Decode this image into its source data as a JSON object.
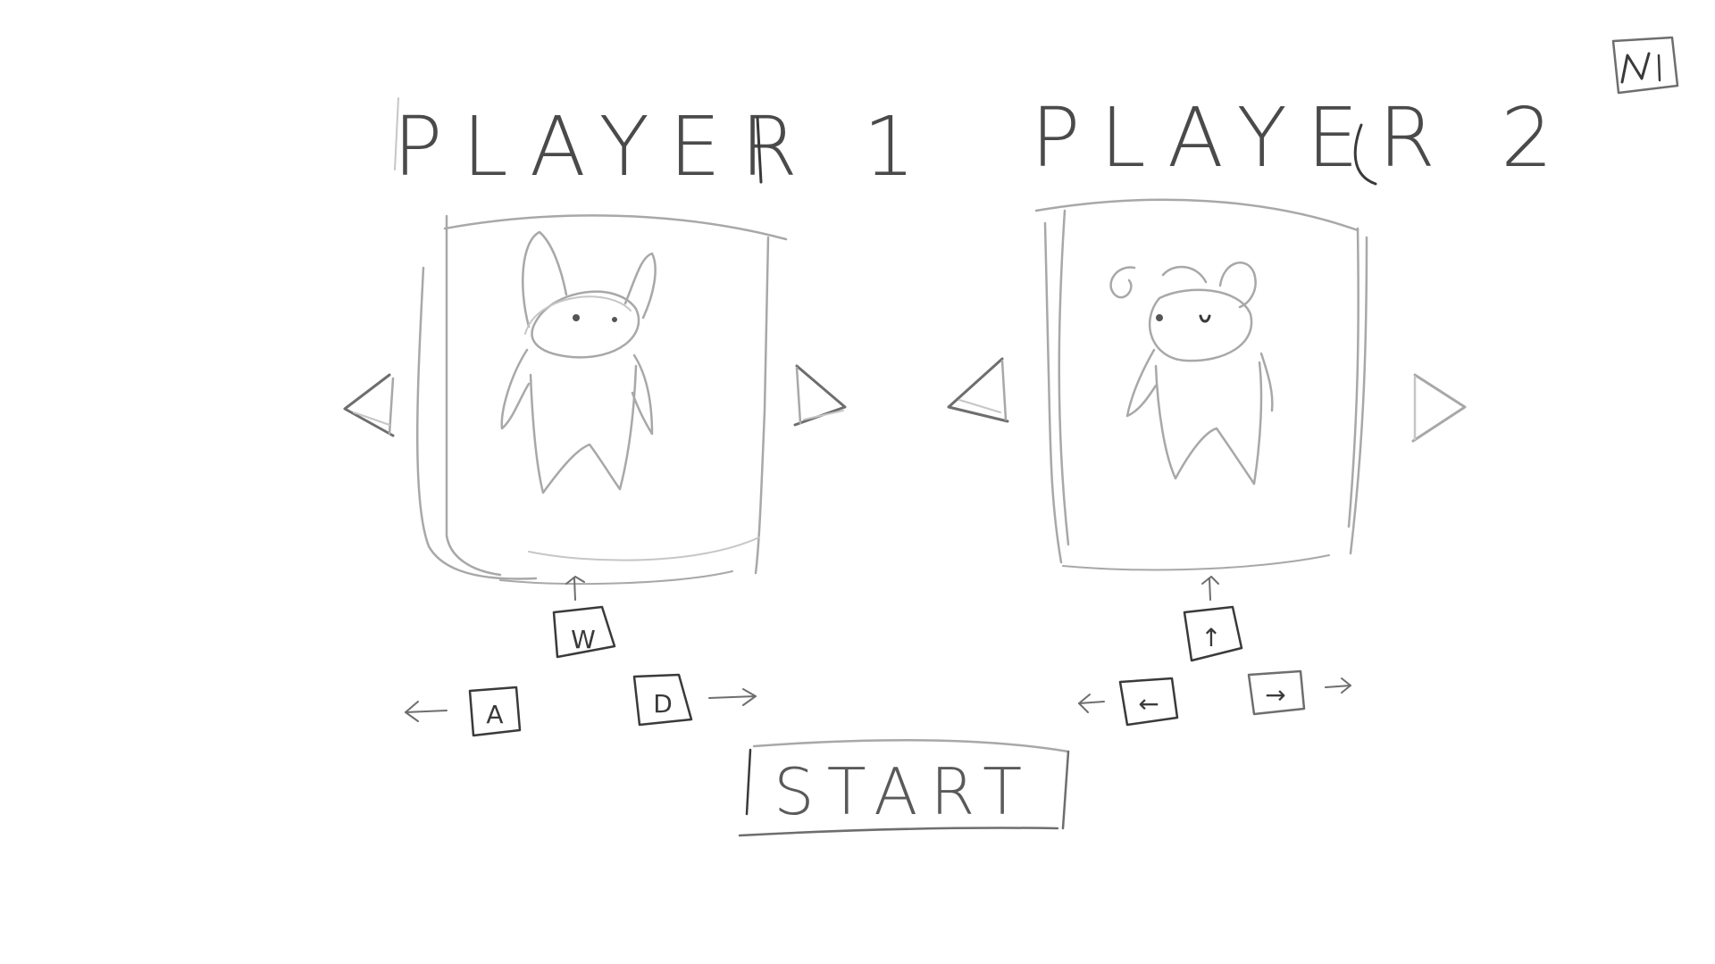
{
  "players": [
    {
      "title": "PLAYER 1",
      "keys": {
        "up": "W",
        "left": "A",
        "right": "D"
      }
    },
    {
      "title": "PLAYER 2",
      "keys": {
        "up": "↑",
        "left": "←",
        "right": "→"
      }
    }
  ],
  "start_label": "START",
  "corner_icon": "music-toggle-icon"
}
